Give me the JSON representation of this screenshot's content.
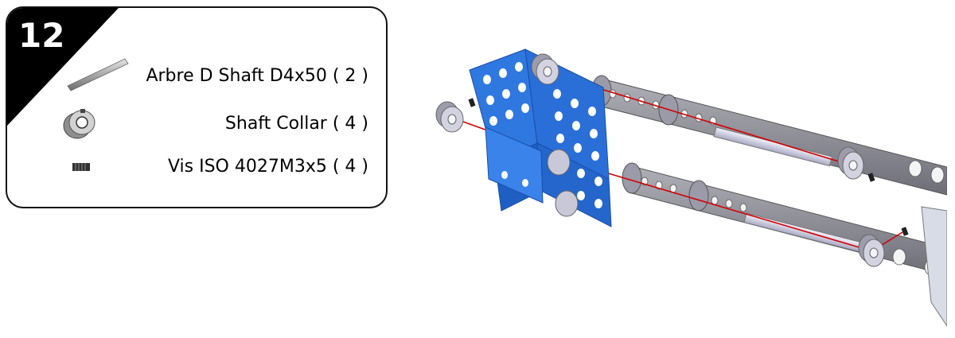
{
  "step": {
    "number": "12"
  },
  "parts": [
    {
      "icon": "shaft-icon",
      "label": "Arbre D Shaft D4x50  ( 2 )"
    },
    {
      "icon": "shaft-collar-icon",
      "label": "Shaft Collar ( 4 )"
    },
    {
      "icon": "set-screw-icon",
      "label": "Vis ISO 4027M3x5 ( 4 )"
    }
  ],
  "colors": {
    "bracket": "#2a6fd8",
    "bar": "#8a8a94",
    "collar": "#c9c9d6",
    "guide_line": "#d40000",
    "corner": "#000000"
  }
}
